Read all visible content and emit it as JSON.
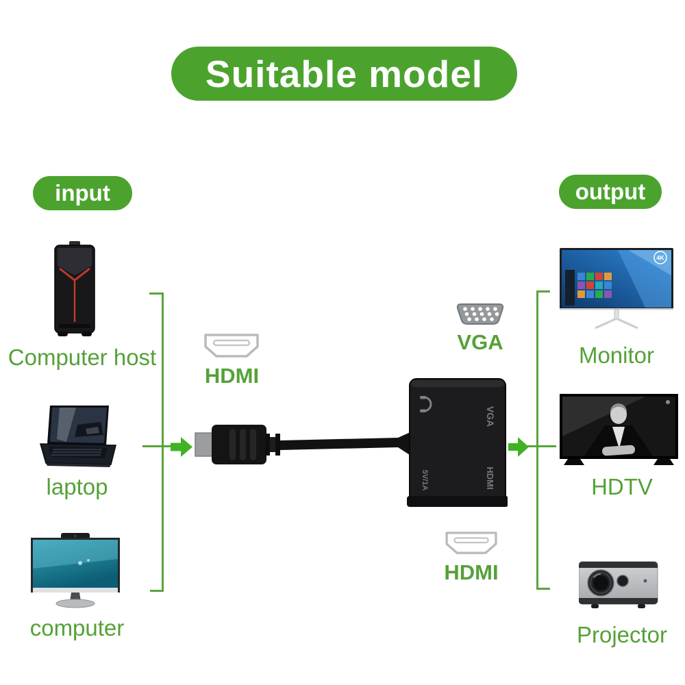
{
  "title": "Suitable model",
  "sections": {
    "input": {
      "label": "input"
    },
    "output": {
      "label": "output"
    }
  },
  "input_devices": [
    {
      "name": "Computer host",
      "icon": "desktop-tower-icon"
    },
    {
      "name": "laptop",
      "icon": "laptop-icon"
    },
    {
      "name": "computer",
      "icon": "all-in-one-computer-icon"
    }
  ],
  "output_devices": [
    {
      "name": "Monitor",
      "icon": "monitor-icon"
    },
    {
      "name": "HDTV",
      "icon": "hdtv-icon"
    },
    {
      "name": "Projector",
      "icon": "projector-icon"
    }
  ],
  "connectors": {
    "input_hdmi": {
      "label": "HDMI",
      "icon": "hdmi-port-icon"
    },
    "output_vga": {
      "label": "VGA",
      "icon": "vga-port-icon"
    },
    "output_hdmi": {
      "label": "HDMI",
      "icon": "hdmi-port-icon"
    }
  },
  "adapter_print": {
    "headset_icon": "headset-jack-icon",
    "vga": "VGA",
    "power": "5V/1A",
    "hdmi": "HDMI"
  },
  "monitor_badge": "4K",
  "colors": {
    "banner_green": "#4ba32d",
    "label_green": "#55a138",
    "line_green": "#59a43c",
    "arrow_green": "#3fb324",
    "tower_accent_red": "#c0392b"
  }
}
